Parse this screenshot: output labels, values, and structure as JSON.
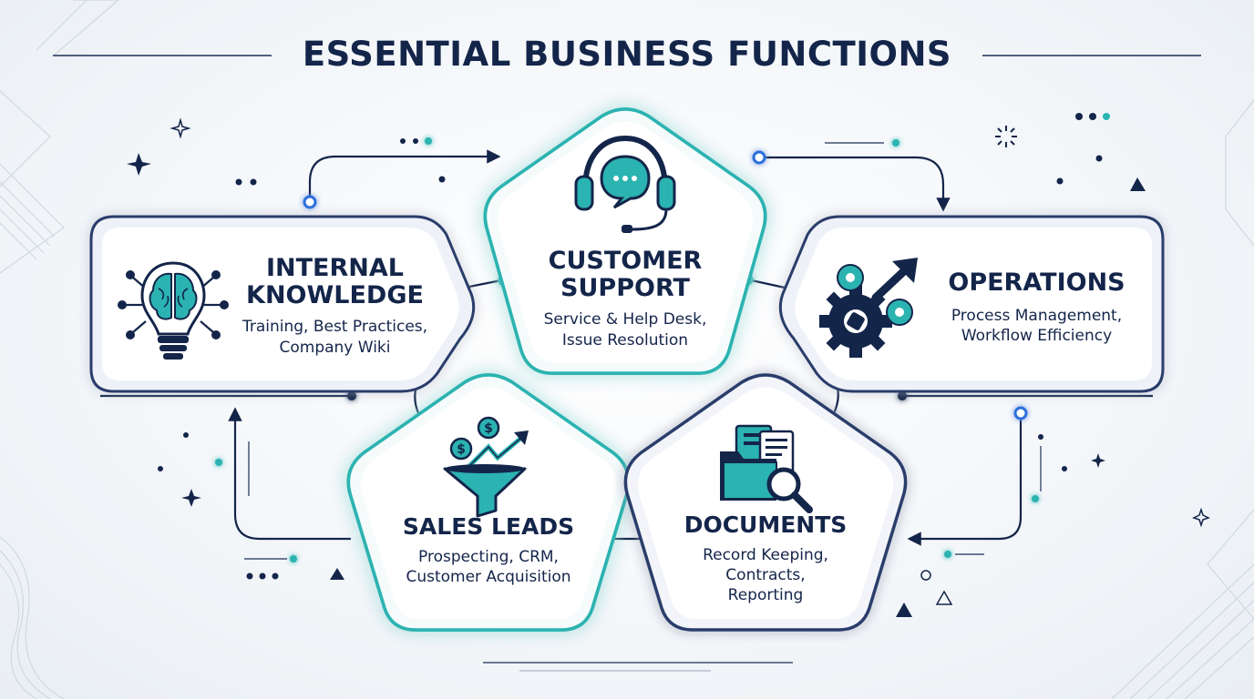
{
  "page_title": "ESSENTIAL BUSINESS FUNCTIONS",
  "colors": {
    "navy": "#14254a",
    "teal": "#2bb3b1",
    "glow": "#5fd6d0",
    "node_blue": "#2a6fdb"
  },
  "functions": [
    {
      "key": "internal-knowledge",
      "title_lines": [
        "INTERNAL",
        "KNOWLEDGE"
      ],
      "desc_lines": [
        "Training, Best Practices,",
        "Company Wiki"
      ],
      "icon": "lightbulb-brain-icon"
    },
    {
      "key": "customer-support",
      "title_lines": [
        "CUSTOMER",
        "SUPPORT"
      ],
      "desc_lines": [
        "Service & Help Desk,",
        "Issue Resolution"
      ],
      "icon": "headset-chat-icon"
    },
    {
      "key": "operations",
      "title_lines": [
        "OPERATIONS"
      ],
      "desc_lines": [
        "Process Management,",
        "Workflow Efficiency"
      ],
      "icon": "gears-arrow-icon"
    },
    {
      "key": "sales-leads",
      "title_lines": [
        "SALES LEADS"
      ],
      "desc_lines": [
        "Prospecting, CRM,",
        "Customer Acquisition"
      ],
      "icon": "funnel-dollar-icon"
    },
    {
      "key": "documents",
      "title_lines": [
        "DOCUMENTS"
      ],
      "desc_lines": [
        "Record Keeping,",
        "Contracts,",
        "Reporting"
      ],
      "icon": "folder-search-icon"
    }
  ]
}
